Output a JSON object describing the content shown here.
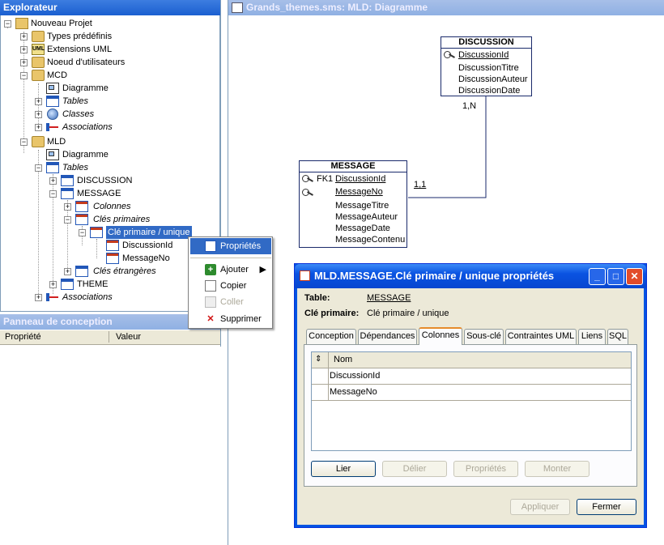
{
  "explorer": {
    "title": "Explorateur",
    "tree": {
      "project": "Nouveau Projet",
      "types": "Types prédéfinis",
      "extensions": "Extensions UML",
      "user_node": "Noeud d'utilisateurs",
      "mcd": "MCD",
      "mcd_diagram": "Diagramme",
      "mcd_tables": "Tables",
      "mcd_classes": "Classes",
      "mcd_associations": "Associations",
      "mld": "MLD",
      "mld_diagram": "Diagramme",
      "mld_tables": "Tables",
      "table_discussion": "DISCUSSION",
      "table_message": "MESSAGE",
      "colonnes": "Colonnes",
      "cles_primaires": "Clés primaires",
      "cle_primaire_unique": "Clé primaire / unique",
      "col_discussionid": "DiscussionId",
      "col_messageno": "MessageNo",
      "cles_etrangeres": "Clés étrangères",
      "table_theme": "THEME",
      "mld_associations": "Associations"
    }
  },
  "conception": {
    "title": "Panneau de conception",
    "col_property": "Propriété",
    "col_value": "Valeur"
  },
  "diagram": {
    "title": "Grands_themes.sms: MLD: Diagramme",
    "discussion": {
      "name": "DISCUSSION",
      "pk": "DiscussionId",
      "fields": [
        "DiscussionTitre",
        "DiscussionAuteur",
        "DiscussionDate"
      ],
      "cardinality": "1,N"
    },
    "message": {
      "name": "MESSAGE",
      "fk_label": "FK1",
      "pk1": "DiscussionId",
      "pk2": "MessageNo",
      "fields": [
        "MessageTitre",
        "MessageAuteur",
        "MessageDate",
        "MessageContenu"
      ],
      "cardinality": "1,1"
    }
  },
  "context_menu": {
    "properties": "Propriétés",
    "add": "Ajouter",
    "copy": "Copier",
    "paste": "Coller",
    "delete": "Supprimer"
  },
  "dialog": {
    "title": "MLD.MESSAGE.Clé primaire / unique propriétés",
    "table_label": "Table:",
    "table_value": "MESSAGE",
    "pk_label": "Clé primaire:",
    "pk_value": "Clé primaire / unique",
    "tabs": [
      "Conception",
      "Dépendances",
      "Colonnes",
      "Sous-clé",
      "Contraintes UML",
      "Liens",
      "SQL"
    ],
    "grid_header": "Nom",
    "rows": [
      "DiscussionId",
      "MessageNo"
    ],
    "btn_link": "Lier",
    "btn_unlink": "Délier",
    "btn_props": "Propriétés",
    "btn_up": "Monter",
    "btn_apply": "Appliquer",
    "btn_close": "Fermer"
  },
  "colors": {
    "title_blue": "#1a5fd0",
    "selection": "#316ac5",
    "dialog_frame": "#0054e3",
    "active_tab_accent": "#e68b2c"
  }
}
